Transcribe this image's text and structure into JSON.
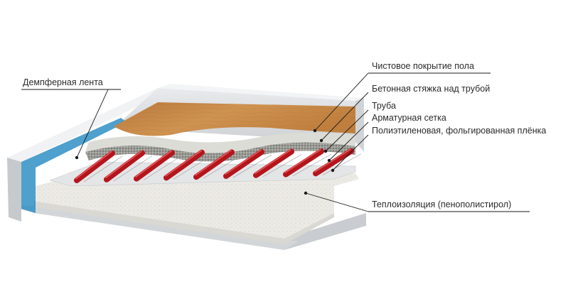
{
  "diagram": {
    "labels": {
      "damper_tape": "Демпферная лента",
      "finish_floor": "Чистовое покрытие пола",
      "concrete_screed": "Бетонная стяжка над трубой",
      "pipe": "Труба",
      "reinforcing_mesh": "Арматурная сетка",
      "foil_film": "Полиэтиленовая, фольгированная плёнка",
      "insulation": "Теплоизоляция (пенополистирол)"
    },
    "colors": {
      "wall": "#d9dcdf",
      "wood": "#c98a45",
      "screed": "#dcdcd6",
      "mesh": "#8a8a86",
      "pipe": "#b3161d",
      "insulation": "#ecebe6",
      "damper": "#2f8fc4",
      "leader": "#1a1a1a"
    },
    "pipe_count": 9
  }
}
